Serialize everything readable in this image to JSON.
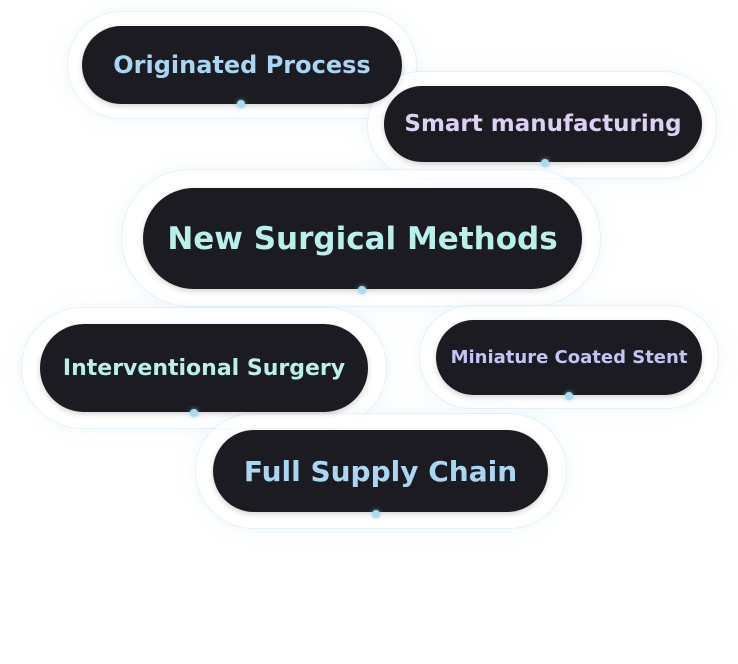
{
  "nodes": {
    "originated_process": "Originated Process",
    "smart_manufacturing": "Smart manufacturing",
    "new_surgical_methods": "New Surgical Methods",
    "interventional_surgery": "Interventional Surgery",
    "miniature_coated_stent": "Miniature Coated Stent",
    "full_supply_chain": "Full Supply Chain"
  },
  "colors": {
    "pill_background": "#1c1b21",
    "connector": "#b9e2f1",
    "text_blue": "#a9d7f3",
    "text_lavender": "#dcd0f5",
    "text_mint": "#b9f0ec",
    "text_periwinkle": "#c3c4f6"
  }
}
